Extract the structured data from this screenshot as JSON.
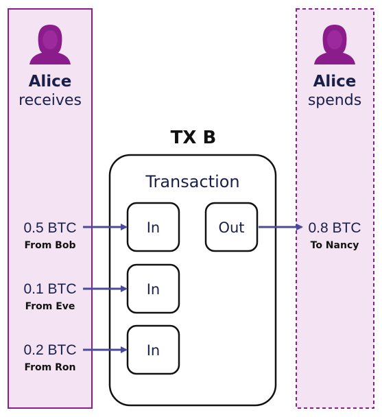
{
  "left_panel": {
    "name": "Alice",
    "action": "receives",
    "person_icon": "female-user-icon"
  },
  "right_panel": {
    "name": "Alice",
    "action": "spends",
    "person_icon": "female-user-icon"
  },
  "transaction": {
    "title": "TX B",
    "box_label": "Transaction",
    "inputs": [
      {
        "label": "In",
        "amount": "0.5 BTC",
        "source": "From Bob"
      },
      {
        "label": "In",
        "amount": "0.1 BTC",
        "source": "From Eve"
      },
      {
        "label": "In",
        "amount": "0.2 BTC",
        "source": "From Ron"
      }
    ],
    "output": {
      "label": "Out",
      "amount": "0.8 BTC",
      "target": "To Nancy"
    }
  },
  "colors": {
    "panel_border": "#8b1c8b",
    "panel_fill": "#f3e3f3",
    "person": "#8b1c8b",
    "text_dark": "#1a1f4a",
    "arrow": "#4b4a9a",
    "box_stroke": "#111111"
  }
}
